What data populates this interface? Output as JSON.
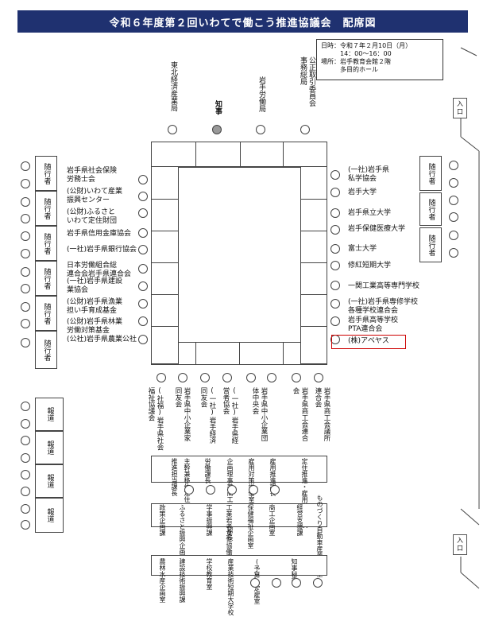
{
  "title": "令和６年度第２回いわてで働こう推進協議会　配席図",
  "info": "日時：令和７年２月10日（月）\n　　　14：00～16：00\n場所：岩手教育会館２階\n　　　多目的ホール",
  "entrance": "入\n口",
  "top": {
    "tohoku": "東北経済産業局",
    "chiji": "知事",
    "rodo": "岩手労働局",
    "kosei": "公正取引委員会事務総局"
  },
  "left": [
    "岩手県社会保険\n労務士会",
    "(公財)いわて産業\n振興センター",
    "(公財)ふるさと\nいわて定住財団",
    "岩手県信用金庫協会",
    "(一社)岩手県銀行協会",
    "日本労働組合総\n連合会岩手県連合会",
    "(一社)岩手県建設\n業協会",
    "(公財)岩手県漁業\n担い手育成基金",
    "(公財)岩手県林業\n労働対策基金",
    "(公社)岩手県農業公社"
  ],
  "right": [
    "(一社)岩手県\n私学協会",
    "岩手大学",
    "岩手県立大学",
    "岩手保健医療大学",
    "富士大学",
    "修紅短期大学",
    "一関工業高等専門学校",
    "(一社)岩手県専修学校\n各種学校連合会",
    "岩手県高等学校\nPTA連合会",
    "(株)アベヤス"
  ],
  "zuiko": "随行者",
  "hodo": "報道",
  "bottom": [
    "(社福)岩手県社会福祉協議会",
    "岩手県中小企業家同友会",
    "(一社)岩手経済同友会",
    "(一社)岩手県経営者協会",
    "岩手県中小企業団体中央会",
    "岩手県商工会連合会",
    "岩手県商工会議所連合会"
  ],
  "staff_row1": [
    "推進担当課長",
    "主幹兼移住定住",
    "労働課長",
    "企画理事兼商工労働観光部長",
    "雇用対策労働室長",
    "雇用推進課長",
    "定住推進・雇用労働室長"
  ],
  "staff_row2": [
    "政策企画課",
    "ふるさと振興企画室",
    "学事振興課",
    "工業若者女性協働推進室",
    "保健福祉企画室",
    "商工企画室",
    "経営支援課",
    "ものづくり自動車産業振興室"
  ],
  "staff_row3": [
    "農林水産企画室",
    "建設技術振興課",
    "学校教育室",
    "産業技術短期大学校",
    "(予算)定雇室",
    "知事秘書"
  ]
}
